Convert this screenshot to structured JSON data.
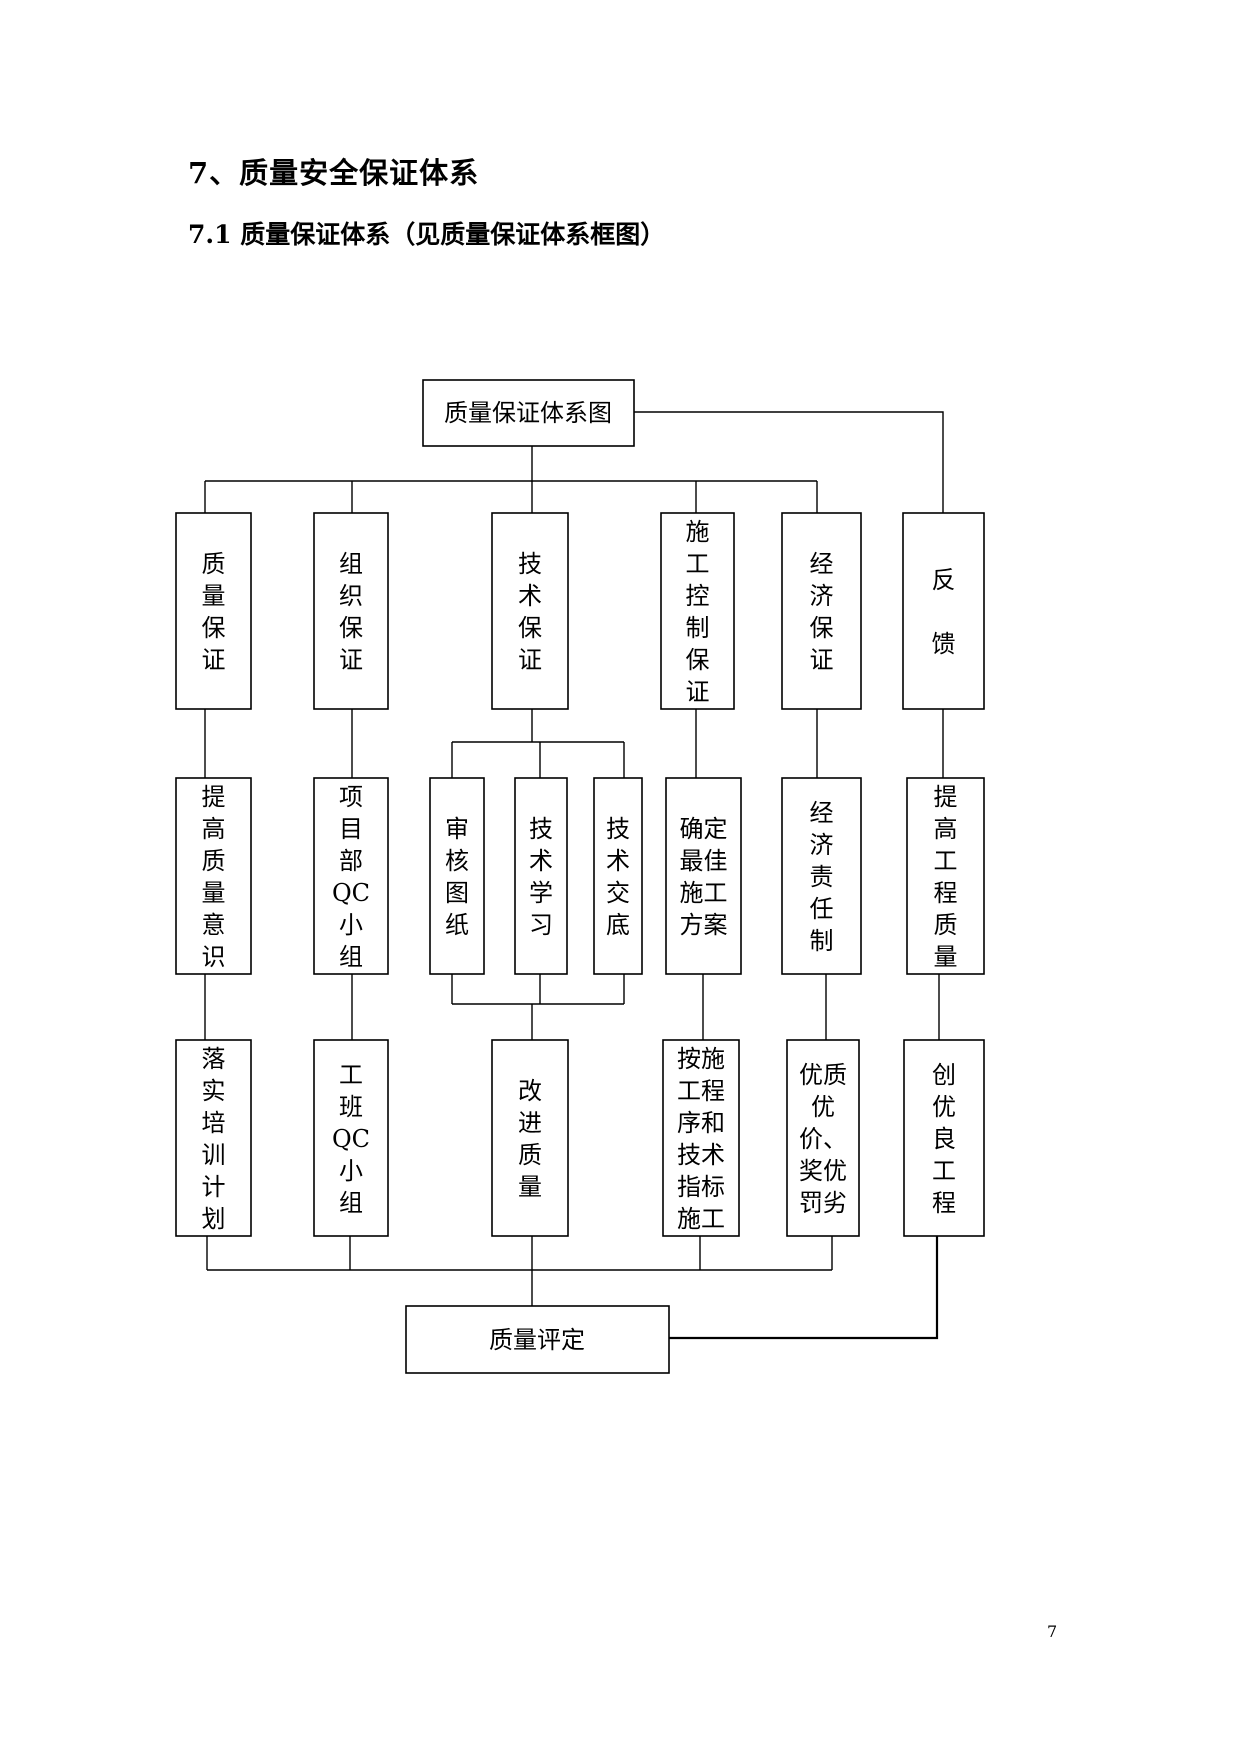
{
  "heading": "7、质量安全保证体系",
  "subheading": "7.1 质量保证体系（见质量保证体系框图）",
  "page_number": "7",
  "diagram": {
    "top": "质量保证体系图",
    "bottom": "质量评定",
    "row1": [
      {
        "id": "quality",
        "lines": [
          "质",
          "量",
          "保",
          "证"
        ]
      },
      {
        "id": "organization",
        "lines": [
          "组",
          "织",
          "保",
          "证"
        ]
      },
      {
        "id": "technical",
        "lines": [
          "技",
          "术",
          "保",
          "证"
        ]
      },
      {
        "id": "construction-control",
        "lines": [
          "施",
          "工",
          "控",
          "制",
          "保",
          "证"
        ]
      },
      {
        "id": "economic",
        "lines": [
          "经",
          "济",
          "保",
          "证"
        ]
      },
      {
        "id": "feedback",
        "lines": [
          "反",
          "馈"
        ]
      }
    ],
    "row2": [
      {
        "id": "raise-awareness",
        "lines": [
          "提",
          "高",
          "质",
          "量",
          "意",
          "识"
        ]
      },
      {
        "id": "project-qc",
        "lines": [
          "项",
          "目",
          "部",
          "QC",
          "小",
          "组"
        ]
      },
      {
        "id": "review-drawings",
        "lines": [
          "审",
          "核",
          "图",
          "纸"
        ]
      },
      {
        "id": "tech-study",
        "lines": [
          "技",
          "术",
          "学",
          "习"
        ]
      },
      {
        "id": "tech-briefing",
        "lines": [
          "技",
          "术",
          "交",
          "底"
        ]
      },
      {
        "id": "best-plan",
        "lines": [
          "确定",
          "最佳",
          "施工",
          "方案"
        ]
      },
      {
        "id": "economic-responsibility",
        "lines": [
          "经",
          "济",
          "责",
          "任",
          "制"
        ]
      },
      {
        "id": "raise-quality",
        "lines": [
          "提",
          "高",
          "工",
          "程",
          "质",
          "量"
        ]
      }
    ],
    "row3": [
      {
        "id": "training-plan",
        "lines": [
          "落",
          "实",
          "培",
          "训",
          "计",
          "划"
        ]
      },
      {
        "id": "team-qc",
        "lines": [
          "工",
          "班",
          "QC",
          "小",
          "组"
        ]
      },
      {
        "id": "improve-quality",
        "lines": [
          "改",
          "进",
          "质",
          "量"
        ]
      },
      {
        "id": "by-procedure",
        "lines": [
          "按施",
          "工程",
          "序和",
          "技术",
          "指标",
          "施工"
        ]
      },
      {
        "id": "reward-penalty",
        "lines": [
          "优质",
          "优",
          "价、",
          "奖优",
          "罚劣"
        ]
      },
      {
        "id": "excellent-project",
        "lines": [
          "创",
          "优",
          "良",
          "工",
          "程"
        ]
      }
    ]
  }
}
